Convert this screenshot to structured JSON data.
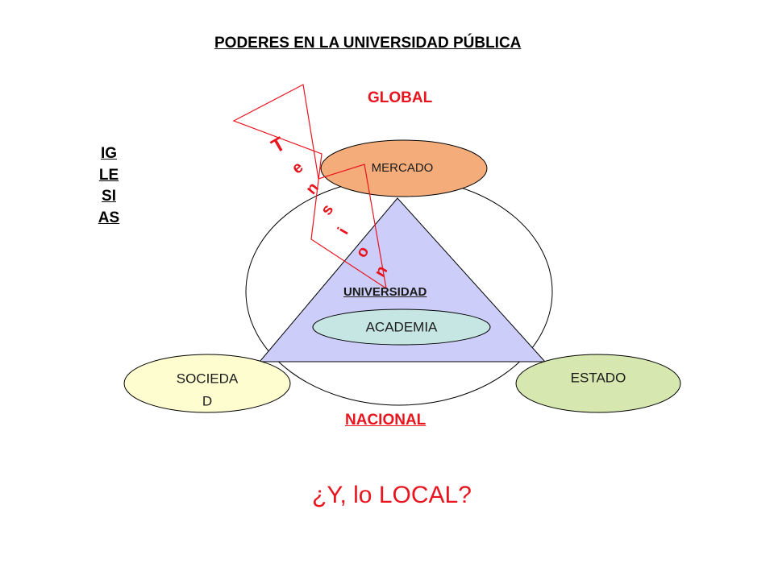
{
  "title": "PODERES EN LA UNIVERSIDAD PÚBLICA",
  "levels": {
    "global": "GLOBAL",
    "nacional": "NACIONAL"
  },
  "nodes": {
    "mercado": "MERCADO",
    "universidad": "UNIVERSIDAD",
    "academia": "ACADEMIA",
    "sociedad_line1": "SOCIEDA",
    "sociedad_line2": "D",
    "estado": "ESTADO",
    "iglesias": "IGLESIAS"
  },
  "tension": {
    "letters": [
      "T",
      "e",
      "n",
      "s",
      "i",
      "o",
      "n"
    ]
  },
  "question": "¿Y, lo LOCAL?",
  "colors": {
    "accent_red": "#e8141e",
    "mercado_fill": "#f4ad7a",
    "triangle_fill": "#cccdf8",
    "academia_fill": "#c6e6e4",
    "sociedad_fill": "#fefdd0",
    "estado_fill": "#d6e8b0"
  }
}
